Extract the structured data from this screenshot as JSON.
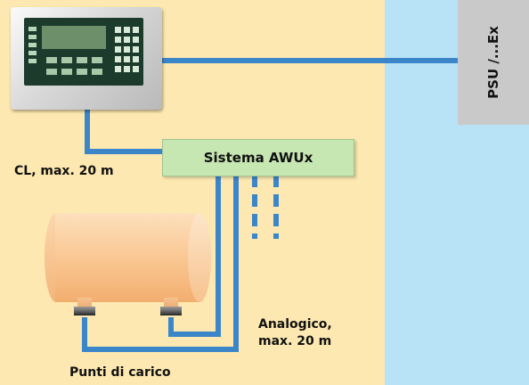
{
  "labels": {
    "psu": "PSU /...Ex",
    "awu": "Sistema AWUx",
    "cl_link": "CL, max. 20 m",
    "analog_line1": "Analogico,",
    "analog_line2": "max. 20 m",
    "load_points": "Punti di carico"
  },
  "colors": {
    "safe_zone": "#fce8b0",
    "hazard_zone": "#b8e2f6",
    "cable": "#3b86c9",
    "awu_box": "#c6e6b2",
    "psu_box": "#c9c9c9",
    "tank": "#f9c58f"
  }
}
